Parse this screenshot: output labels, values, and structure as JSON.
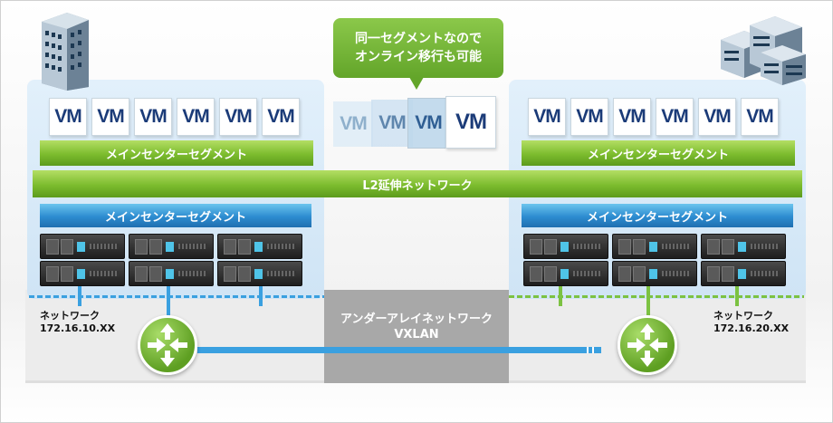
{
  "bubble": {
    "line1": "同一セグメントなので",
    "line2": "オンライン移行も可能"
  },
  "vm_label": "VM",
  "segments": {
    "main_segment_left_green": "メインセンターセグメント",
    "main_segment_right_green": "メインセンターセグメント",
    "l2_network": "L2延伸ネットワーク",
    "main_segment_left_blue": "メインセンターセグメント",
    "main_segment_right_blue": "メインセンターセグメント"
  },
  "underlay": {
    "line1": "アンダーアレイネットワーク",
    "line2": "VXLAN"
  },
  "left_network": {
    "label": "ネットワーク",
    "address": "172.16.10.XX"
  },
  "right_network": {
    "label": "ネットワーク",
    "address": "172.16.20.XX"
  },
  "icons": [
    "office-building-icon",
    "campus-buildings-icon",
    "router-icon",
    "server-icon"
  ],
  "colors": {
    "green": "#7cbc2e",
    "blue": "#2d8cd0",
    "panel": "#d6e9f8",
    "vm_text": "#1b3b78",
    "left_line": "#3aa0e0",
    "right_line": "#7cc242"
  }
}
